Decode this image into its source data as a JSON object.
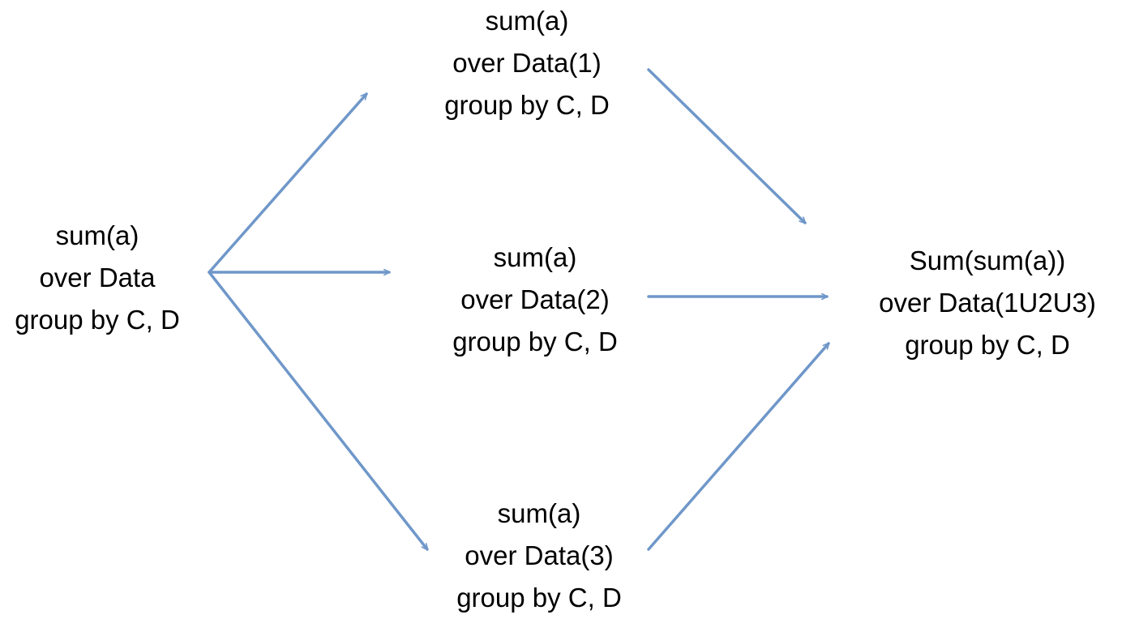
{
  "diagram": {
    "arrow_color": "#6f97c9",
    "source": {
      "lines": [
        "sum(a)",
        "over Data",
        "group by C, D"
      ]
    },
    "partitions": [
      {
        "lines": [
          "sum(a)",
          "over Data(1)",
          "group by C, D"
        ]
      },
      {
        "lines": [
          "sum(a)",
          "over Data(2)",
          "group by C, D"
        ]
      },
      {
        "lines": [
          "sum(a)",
          "over Data(3)",
          "group by C, D"
        ]
      }
    ],
    "result": {
      "lines": [
        "Sum(sum(a))",
        "over Data(1U2U3)",
        "group by C, D"
      ]
    }
  }
}
